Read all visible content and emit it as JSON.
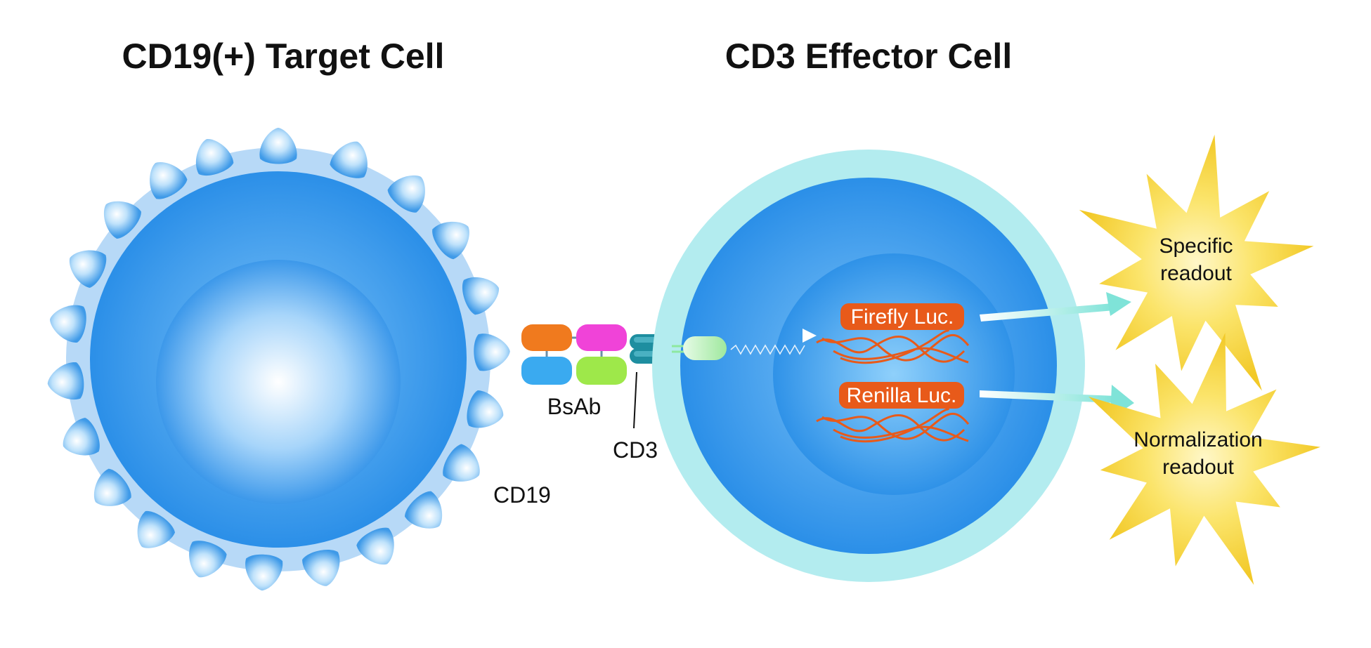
{
  "titles": {
    "target_cell": "CD19(+) Target Cell",
    "effector_cell": "CD3 Effector Cell"
  },
  "labels": {
    "bsab": "BsAb",
    "cd3": "CD3",
    "cd19": "CD19"
  },
  "reporters": {
    "firefly": "Firefly Luc.",
    "renilla": "Renilla Luc."
  },
  "readouts": {
    "specific_line1": "Specific",
    "specific_line2": "readout",
    "normalization_line1": "Normalization",
    "normalization_line2": "readout"
  },
  "colors": {
    "cell_core": "#2b8fe8",
    "cell_halo_target": "#b7d9f7",
    "cell_halo_effector": "#b3ecef",
    "receptor_fill": "#6fb7f2",
    "reporter_tag": "#e85a1a",
    "dna": "#e85a1a",
    "bsab_orange": "#f07a1e",
    "bsab_magenta": "#f043d8",
    "bsab_blue": "#3aaaf0",
    "bsab_green": "#9ee84a",
    "cd3_teal": "#1e8ea0",
    "signal_green": "#a8f0b0",
    "arrow": "#8ee8e0",
    "burst": "#f7d533"
  }
}
